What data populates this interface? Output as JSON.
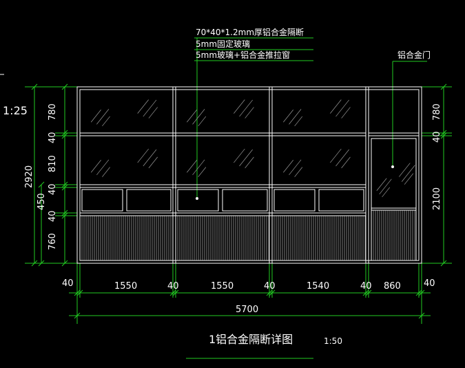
{
  "drawing": {
    "scale_left": "1:25",
    "annotations": {
      "line1": "70*40*1.2mm厚铝合金隔断",
      "line2": "5mm固定玻璃",
      "line3": "5mm玻璃+铝合金推拉窗",
      "door": "铝合金门"
    },
    "left_dims": [
      "780",
      "40",
      "810",
      "40",
      "40",
      "760"
    ],
    "left_total": "2920",
    "left_sub": "450",
    "right_dims": [
      "780",
      "40",
      "2100"
    ],
    "bottom_dims": [
      "40",
      "1550",
      "40",
      "1550",
      "40",
      "1540",
      "40",
      "860",
      "40"
    ],
    "bottom_total": "5700",
    "title": "1铝合金隔断详图",
    "title_scale": "1:50"
  }
}
